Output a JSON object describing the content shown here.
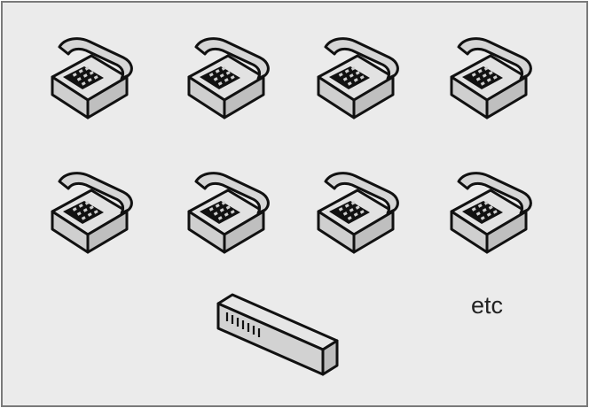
{
  "diagram": {
    "phones": [
      {
        "id": "phone-1"
      },
      {
        "id": "phone-2"
      },
      {
        "id": "phone-3"
      },
      {
        "id": "phone-4"
      },
      {
        "id": "phone-5"
      },
      {
        "id": "phone-6"
      },
      {
        "id": "phone-7"
      },
      {
        "id": "phone-8"
      }
    ],
    "switch_icon": "network-switch-icon",
    "phone_icon": "telephone-icon",
    "etc_label": "etc",
    "colors": {
      "background": "#ebebeb",
      "border": "#7a7a7a",
      "icon_fill": "#d6d6d6",
      "icon_stroke": "#111111"
    }
  }
}
